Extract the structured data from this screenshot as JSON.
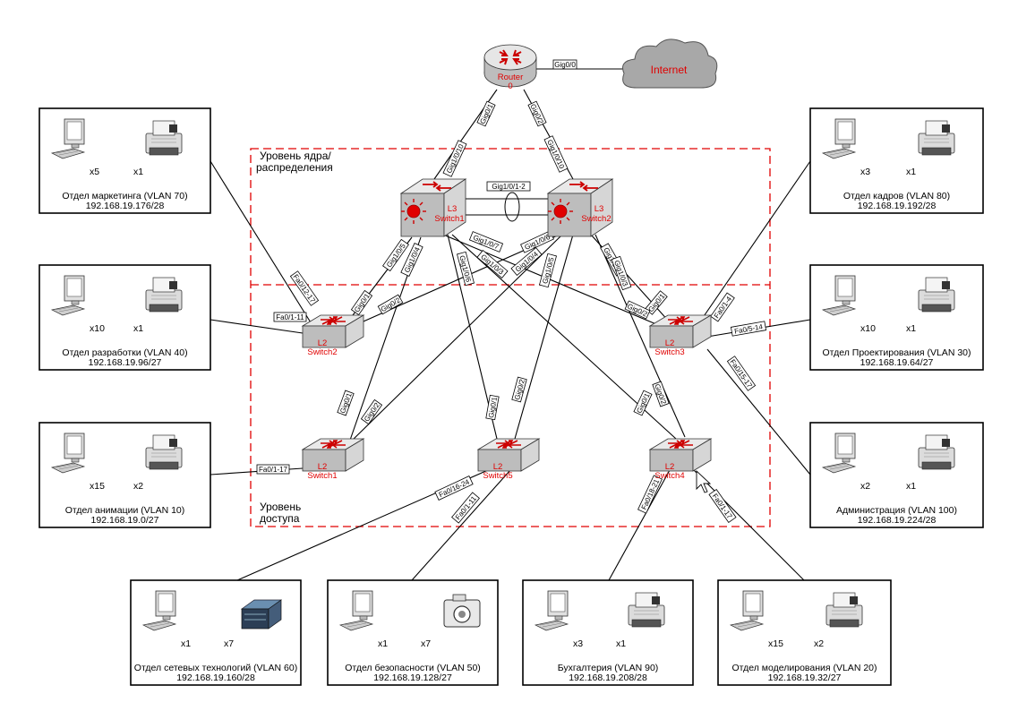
{
  "zones": {
    "core": "Уровень ядра/ распределения",
    "access": "Уровень доступа"
  },
  "devices": {
    "router": "Router 0",
    "internet": "Internet",
    "l3_1": "L3 Switch1",
    "l3_2": "L3 Switch2",
    "l2_1": "L2 Switch1",
    "l2_2": "L2 Switch2",
    "l2_3": "L2 Switch3",
    "l2_4": "L2 Switch4",
    "l2_5": "L2 Switch5"
  },
  "ports": {
    "router_internet": "Gig0/0",
    "router_l3_1": "Gig0/1",
    "router_l3_2": "Gig0/2",
    "l3_1_up": "Gig1/0/10",
    "l3_2_up": "Gig1/0/10",
    "etherchannel": "Gig1/0/1-2",
    "l3_1_p5": "Gig1/0/5",
    "l3_1_p4": "Gig1/0/4",
    "l3_1_p7": "Gig1/0/7",
    "l3_1_p3": "Gig1/0/3",
    "l3_1_p6": "Gig1/0/6",
    "l3_2_p6": "Gig1/0/6",
    "l3_2_p4": "Gig1/0/4",
    "l3_2_p5": "Gig1/0/5",
    "l3_2_p7": "Gig1/0/7",
    "l3_2_p3": "Gig1/0/3",
    "s2_g1": "Gig0/1",
    "s2_g2": "Gig0/2",
    "s3_g1": "Gig0/1",
    "s3_g2": "Gig0/2",
    "s1_g1": "Gig0/1",
    "s1_g2": "Gig0/2",
    "s5_g1": "Gig0/1",
    "s5_g2": "Gig0/2",
    "s4_g1": "Gig0/1",
    "s4_g2": "Gig0/2",
    "s2_fa_up": "Fa0/12-17",
    "s2_fa": "Fa0/1-11",
    "s3_fa_up": "Fa0/1-4",
    "s3_fa": "Fa0/5-14",
    "s3_fa_down": "Fa0/15-17",
    "s1_fa": "Fa0/1-17",
    "s5_fa1": "Fa0/16-24",
    "s5_fa2": "Fa0/1-11",
    "s4_fa1": "Fa0/18-21",
    "s4_fa2": "Fa0/1-17"
  },
  "departments": [
    {
      "key": "marketing",
      "name": "Отдел маркетинга (VLAN 70)",
      "subnet": "192.168.19.176/28",
      "count1": "x5",
      "count2": "x1",
      "icon2": "printer-icon"
    },
    {
      "key": "hr",
      "name": "Отдел кадров (VLAN 80)",
      "subnet": "192.168.19.192/28",
      "count1": "x3",
      "count2": "x1",
      "icon2": "printer-icon"
    },
    {
      "key": "dev",
      "name": "Отдел разработки (VLAN 40)",
      "subnet": "192.168.19.96/27",
      "count1": "x10",
      "count2": "x1",
      "icon2": "printer-icon"
    },
    {
      "key": "design",
      "name": "Отдел Проектирования (VLAN 30)",
      "subnet": "192.168.19.64/27",
      "count1": "x10",
      "count2": "x1",
      "icon2": "printer-icon"
    },
    {
      "key": "anim",
      "name": "Отдел анимации (VLAN 10)",
      "subnet": "192.168.19.0/27",
      "count1": "x15",
      "count2": "x2",
      "icon2": "printer-icon"
    },
    {
      "key": "admin",
      "name": "Администрация (VLAN 100)",
      "subnet": "192.168.19.224/28",
      "count1": "x2",
      "count2": "x1",
      "icon2": "printer-icon"
    },
    {
      "key": "nettech",
      "name": "Отдел сетевых технологий (VLAN 60)",
      "subnet": "192.168.19.160/28",
      "count1": "x1",
      "count2": "x7",
      "icon2": "server-icon"
    },
    {
      "key": "security",
      "name": "Отдел безопасности (VLAN 50)",
      "subnet": "192.168.19.128/27",
      "count1": "x1",
      "count2": "x7",
      "icon2": "camera-icon"
    },
    {
      "key": "account",
      "name": "Бухгалтерия (VLAN 90)",
      "subnet": "192.168.19.208/28",
      "count1": "x3",
      "count2": "x1",
      "icon2": "printer-icon"
    },
    {
      "key": "model",
      "name": "Отдел моделирования (VLAN 20)",
      "subnet": "192.168.19.32/27",
      "count1": "x15",
      "count2": "x2",
      "icon2": "printer-icon"
    }
  ]
}
